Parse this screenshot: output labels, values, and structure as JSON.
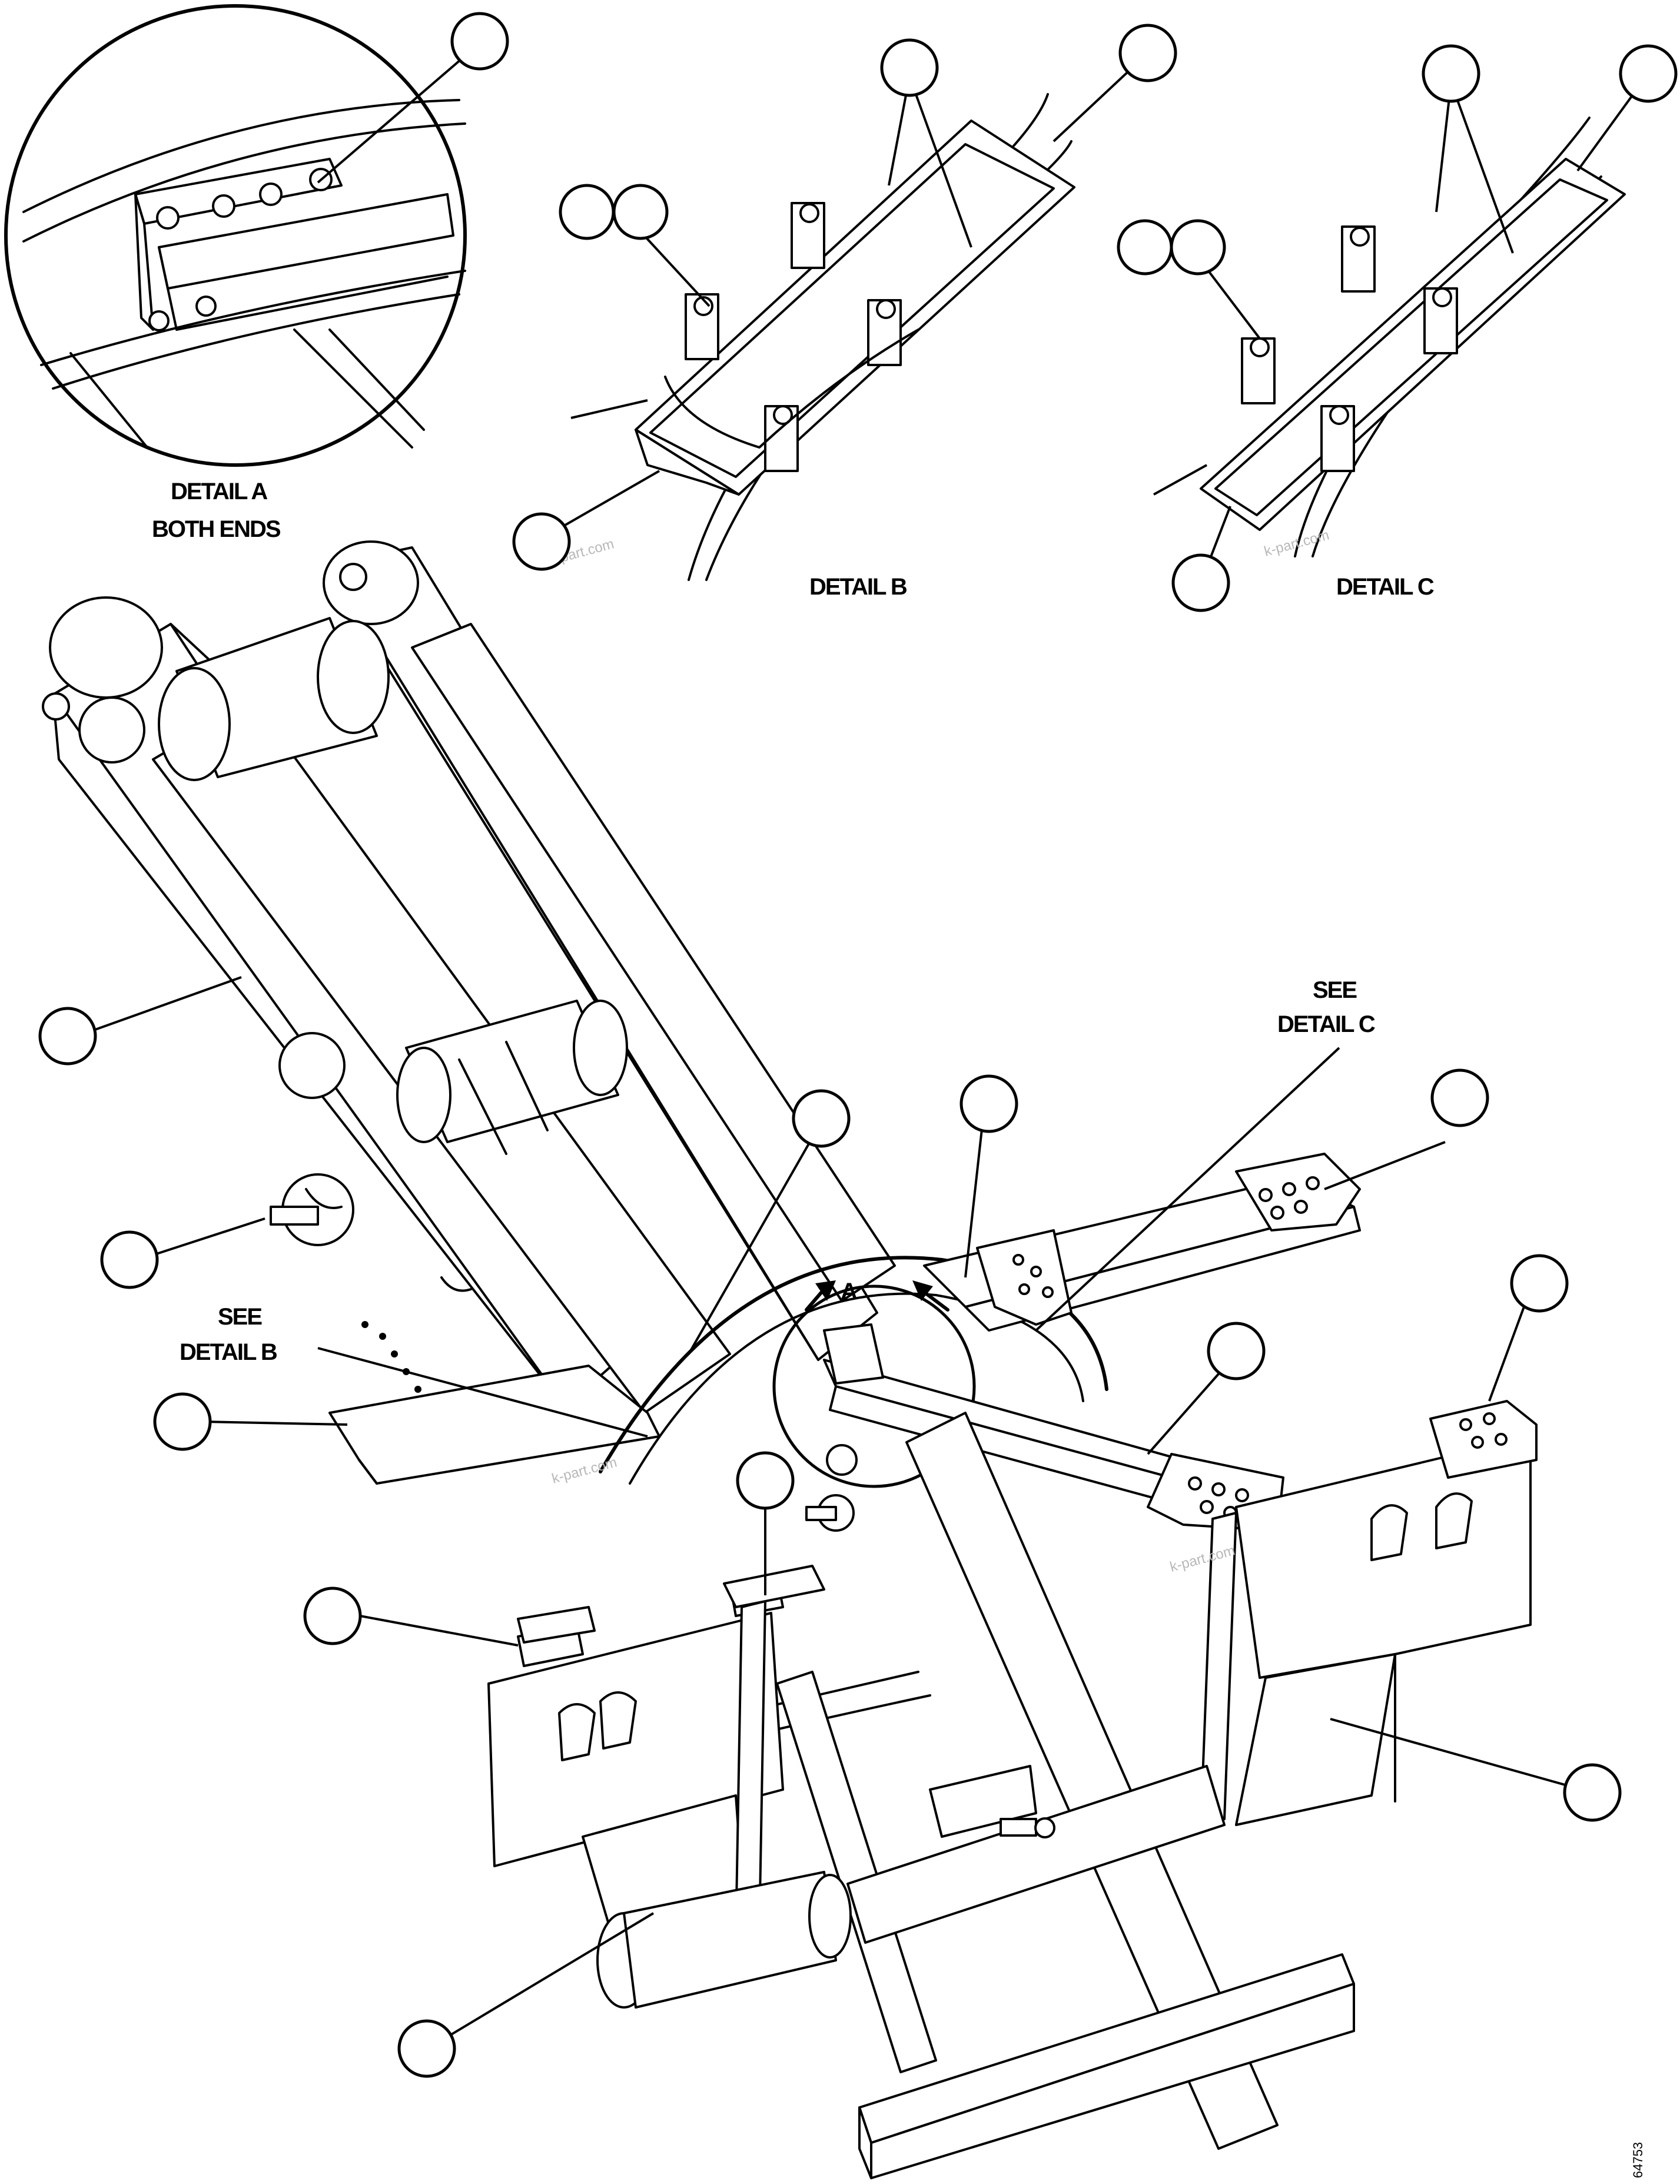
{
  "labels": {
    "detail_a_line1": "DETAIL A",
    "detail_a_line2": "BOTH ENDS",
    "detail_b": "DETAIL B",
    "detail_c": "DETAIL C",
    "see_detail_c_line1": "SEE",
    "see_detail_c_line2": "DETAIL C",
    "see_detail_b_line1": "SEE",
    "see_detail_b_line2": "DETAIL B",
    "view_a": "A",
    "figure_number": "64753"
  },
  "watermark": "k-part.com",
  "callout_bubbles": [
    {
      "id": "callout-1",
      "text": ""
    },
    {
      "id": "callout-2",
      "text": ""
    },
    {
      "id": "callout-3",
      "text": ""
    },
    {
      "id": "callout-4",
      "text": ""
    },
    {
      "id": "callout-5",
      "text": ""
    },
    {
      "id": "callout-6",
      "text": ""
    },
    {
      "id": "callout-7",
      "text": ""
    },
    {
      "id": "callout-8",
      "text": ""
    },
    {
      "id": "callout-9",
      "text": ""
    },
    {
      "id": "callout-10",
      "text": ""
    },
    {
      "id": "callout-11",
      "text": ""
    },
    {
      "id": "callout-12",
      "text": ""
    },
    {
      "id": "callout-13",
      "text": ""
    },
    {
      "id": "callout-14",
      "text": ""
    },
    {
      "id": "callout-15",
      "text": ""
    },
    {
      "id": "callout-16",
      "text": ""
    },
    {
      "id": "callout-17",
      "text": ""
    },
    {
      "id": "callout-18",
      "text": ""
    },
    {
      "id": "callout-19",
      "text": ""
    },
    {
      "id": "callout-20",
      "text": ""
    },
    {
      "id": "callout-21",
      "text": ""
    },
    {
      "id": "callout-22",
      "text": ""
    },
    {
      "id": "callout-23",
      "text": ""
    }
  ]
}
